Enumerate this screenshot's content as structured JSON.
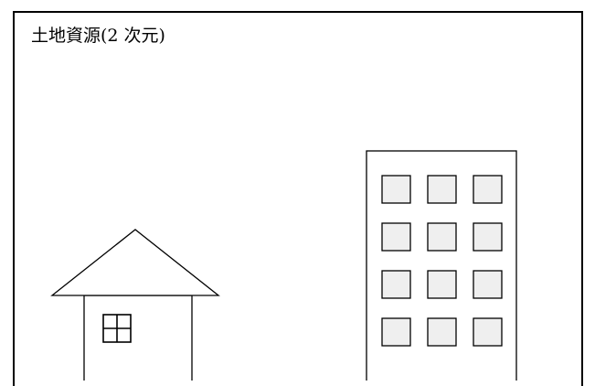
{
  "title": "土地資源(2 次元)",
  "colors": {
    "line": "#000000",
    "background": "#ffffff",
    "window_fill": "#efefef"
  },
  "objects": [
    {
      "name": "house",
      "icon": "house-icon"
    },
    {
      "name": "building",
      "icon": "building-icon",
      "window_rows": 4,
      "window_cols": 3
    }
  ]
}
